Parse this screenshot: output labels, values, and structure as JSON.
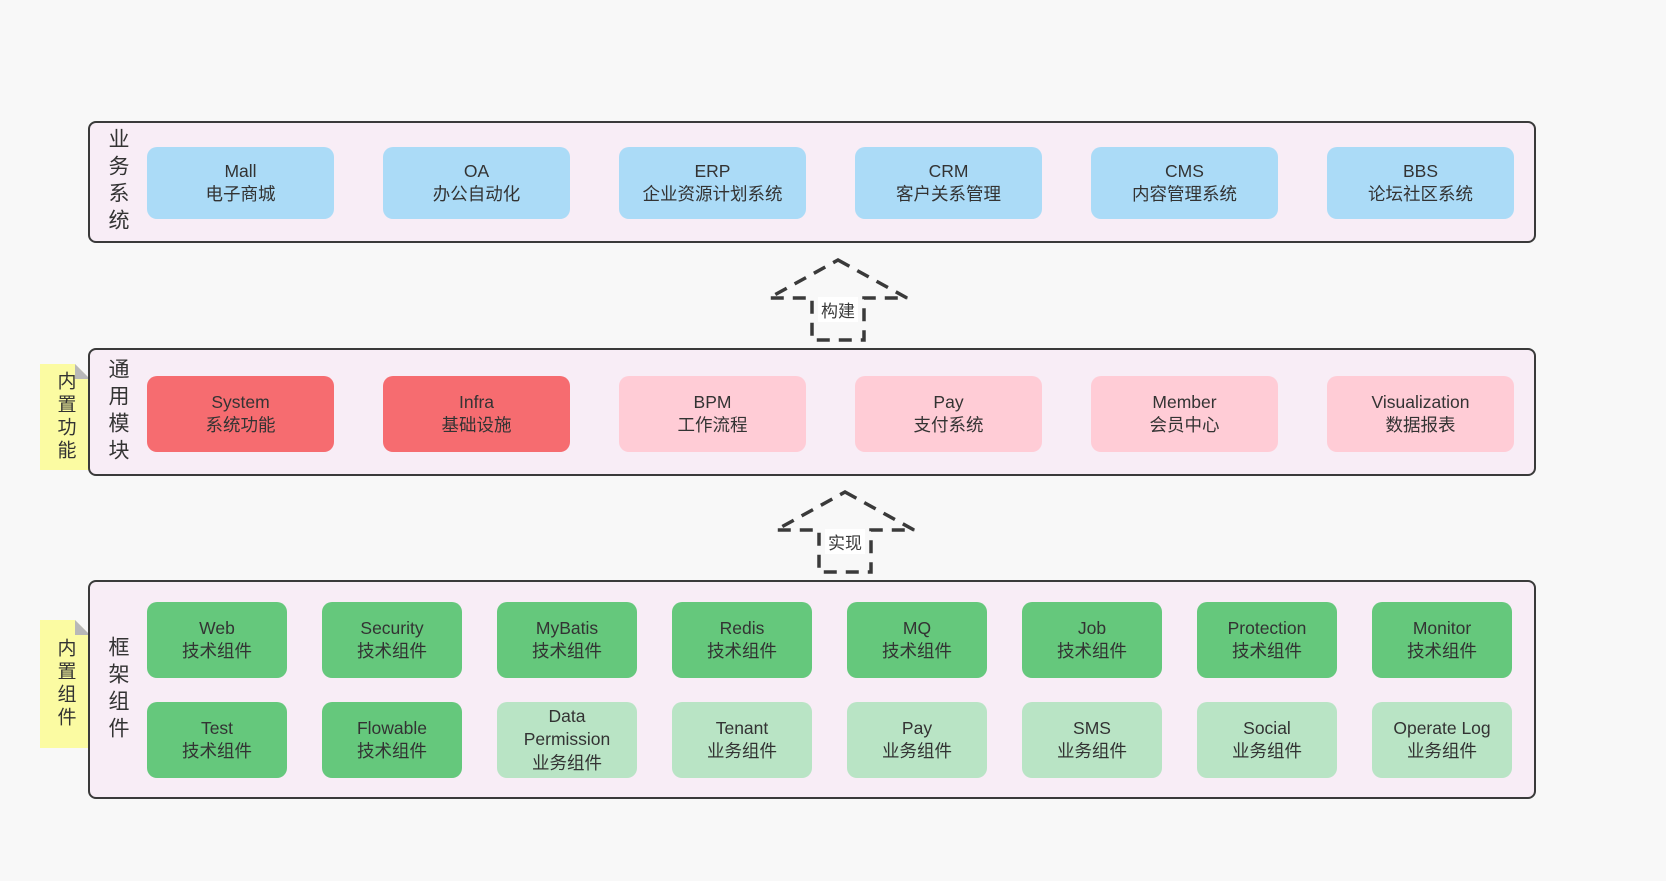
{
  "palette": {
    "page_bg": "#f8f8f8",
    "layer_bg": "#f8edf6",
    "layer_border": "#3a3a3a",
    "blue_box": "#abdbf7",
    "red_box": "#f66c70",
    "pink_box": "#ffccd6",
    "green_box": "#65c87c",
    "light_green_box": "#b9e4c5",
    "note_yellow": "#fbfba2",
    "note_fold_gray": "#b8b8b8",
    "text": "#333333"
  },
  "arrows": [
    {
      "label": "构建",
      "direction": "up"
    },
    {
      "label": "实现",
      "direction": "up"
    }
  ],
  "layers": [
    {
      "label": "业务系统",
      "boxes": [
        {
          "title": "Mall",
          "subtitle": "电子商城",
          "type": "blue"
        },
        {
          "title": "OA",
          "subtitle": "办公自动化",
          "type": "blue"
        },
        {
          "title": "ERP",
          "subtitle": "企业资源计划系统",
          "type": "blue"
        },
        {
          "title": "CRM",
          "subtitle": "客户关系管理",
          "type": "blue"
        },
        {
          "title": "CMS",
          "subtitle": "内容管理系统",
          "type": "blue"
        },
        {
          "title": "BBS",
          "subtitle": "论坛社区系统",
          "type": "blue"
        }
      ]
    },
    {
      "label": "通用模块",
      "note": "内置功能",
      "boxes": [
        {
          "title": "System",
          "subtitle": "系统功能",
          "type": "red"
        },
        {
          "title": "Infra",
          "subtitle": "基础设施",
          "type": "red"
        },
        {
          "title": "BPM",
          "subtitle": "工作流程",
          "type": "pink"
        },
        {
          "title": "Pay",
          "subtitle": "支付系统",
          "type": "pink"
        },
        {
          "title": "Member",
          "subtitle": "会员中心",
          "type": "pink"
        },
        {
          "title": "Visualization",
          "subtitle": "数据报表",
          "type": "pink"
        }
      ]
    },
    {
      "label": "框架组件",
      "note": "内置组件",
      "rows": [
        [
          {
            "title": "Web",
            "subtitle": "技术组件",
            "type": "green"
          },
          {
            "title": "Security",
            "subtitle": "技术组件",
            "type": "green"
          },
          {
            "title": "MyBatis",
            "subtitle": "技术组件",
            "type": "green"
          },
          {
            "title": "Redis",
            "subtitle": "技术组件",
            "type": "green"
          },
          {
            "title": "MQ",
            "subtitle": "技术组件",
            "type": "green"
          },
          {
            "title": "Job",
            "subtitle": "技术组件",
            "type": "green"
          },
          {
            "title": "Protection",
            "subtitle": "技术组件",
            "type": "green"
          },
          {
            "title": "Monitor",
            "subtitle": "技术组件",
            "type": "green"
          }
        ],
        [
          {
            "title": "Test",
            "subtitle": "技术组件",
            "type": "green"
          },
          {
            "title": "Flowable",
            "subtitle": "技术组件",
            "type": "green"
          },
          {
            "title": "Data Permission",
            "subtitle": "业务组件",
            "type": "lightgreen"
          },
          {
            "title": "Tenant",
            "subtitle": "业务组件",
            "type": "lightgreen"
          },
          {
            "title": "Pay",
            "subtitle": "业务组件",
            "type": "lightgreen"
          },
          {
            "title": "SMS",
            "subtitle": "业务组件",
            "type": "lightgreen"
          },
          {
            "title": "Social",
            "subtitle": "业务组件",
            "type": "lightgreen"
          },
          {
            "title": "Operate Log",
            "subtitle": "业务组件",
            "type": "lightgreen"
          }
        ]
      ]
    }
  ]
}
